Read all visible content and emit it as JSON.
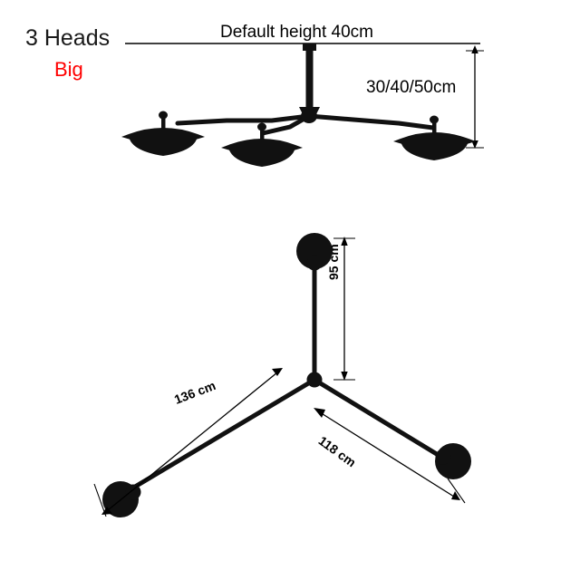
{
  "page": {
    "background": "#ffffff",
    "accent_red": "#ff0000",
    "ink": "#000000"
  },
  "labels": {
    "heads": "3 Heads",
    "size": "Big",
    "default_height": "Default height 40cm",
    "height_range": "30/40/50cm",
    "arm_vertical": "95 cm",
    "arm_left": "136 cm",
    "arm_right": "118 cm"
  },
  "diagram": {
    "top_view_title": "side-elevation-lamp",
    "bottom_view_title": "top-down-lamp",
    "lamp_color": "#111111",
    "dimension_line_color": "#000000",
    "heads_count": 3
  }
}
